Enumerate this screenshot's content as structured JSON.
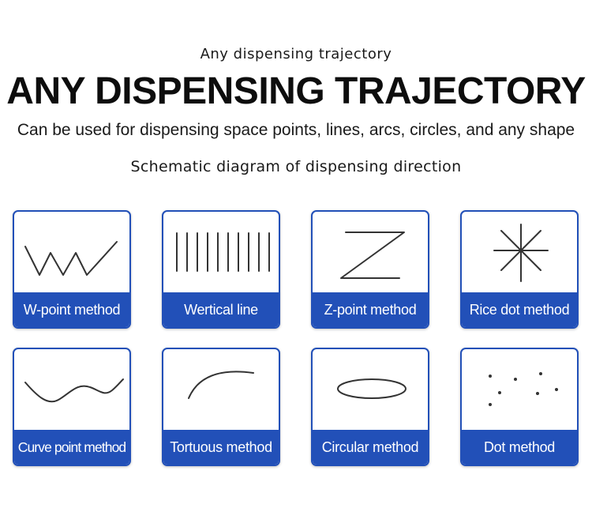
{
  "header": {
    "eyebrow": "Any dispensing trajectory",
    "title": "ANY DISPENSING TRAJECTORY",
    "subtitle": "Can be used for dispensing space points, lines, arcs, circles, and any shape",
    "diagram_caption": "Schematic diagram of dispensing direction"
  },
  "colors": {
    "accent": "#2250b8",
    "line": "#333333"
  },
  "methods": [
    {
      "label": "W-point method",
      "icon": "w-zigzag-icon"
    },
    {
      "label": "Wertical line",
      "icon": "vertical-lines-icon"
    },
    {
      "label": "Z-point method",
      "icon": "z-shape-icon"
    },
    {
      "label": "Rice dot method",
      "icon": "asterisk-icon"
    },
    {
      "label": "Curve point method",
      "icon": "wave-curve-icon"
    },
    {
      "label": "Tortuous method",
      "icon": "arc-icon"
    },
    {
      "label": "Circular method",
      "icon": "ellipse-icon"
    },
    {
      "label": "Dot method",
      "icon": "scattered-dots-icon"
    }
  ]
}
